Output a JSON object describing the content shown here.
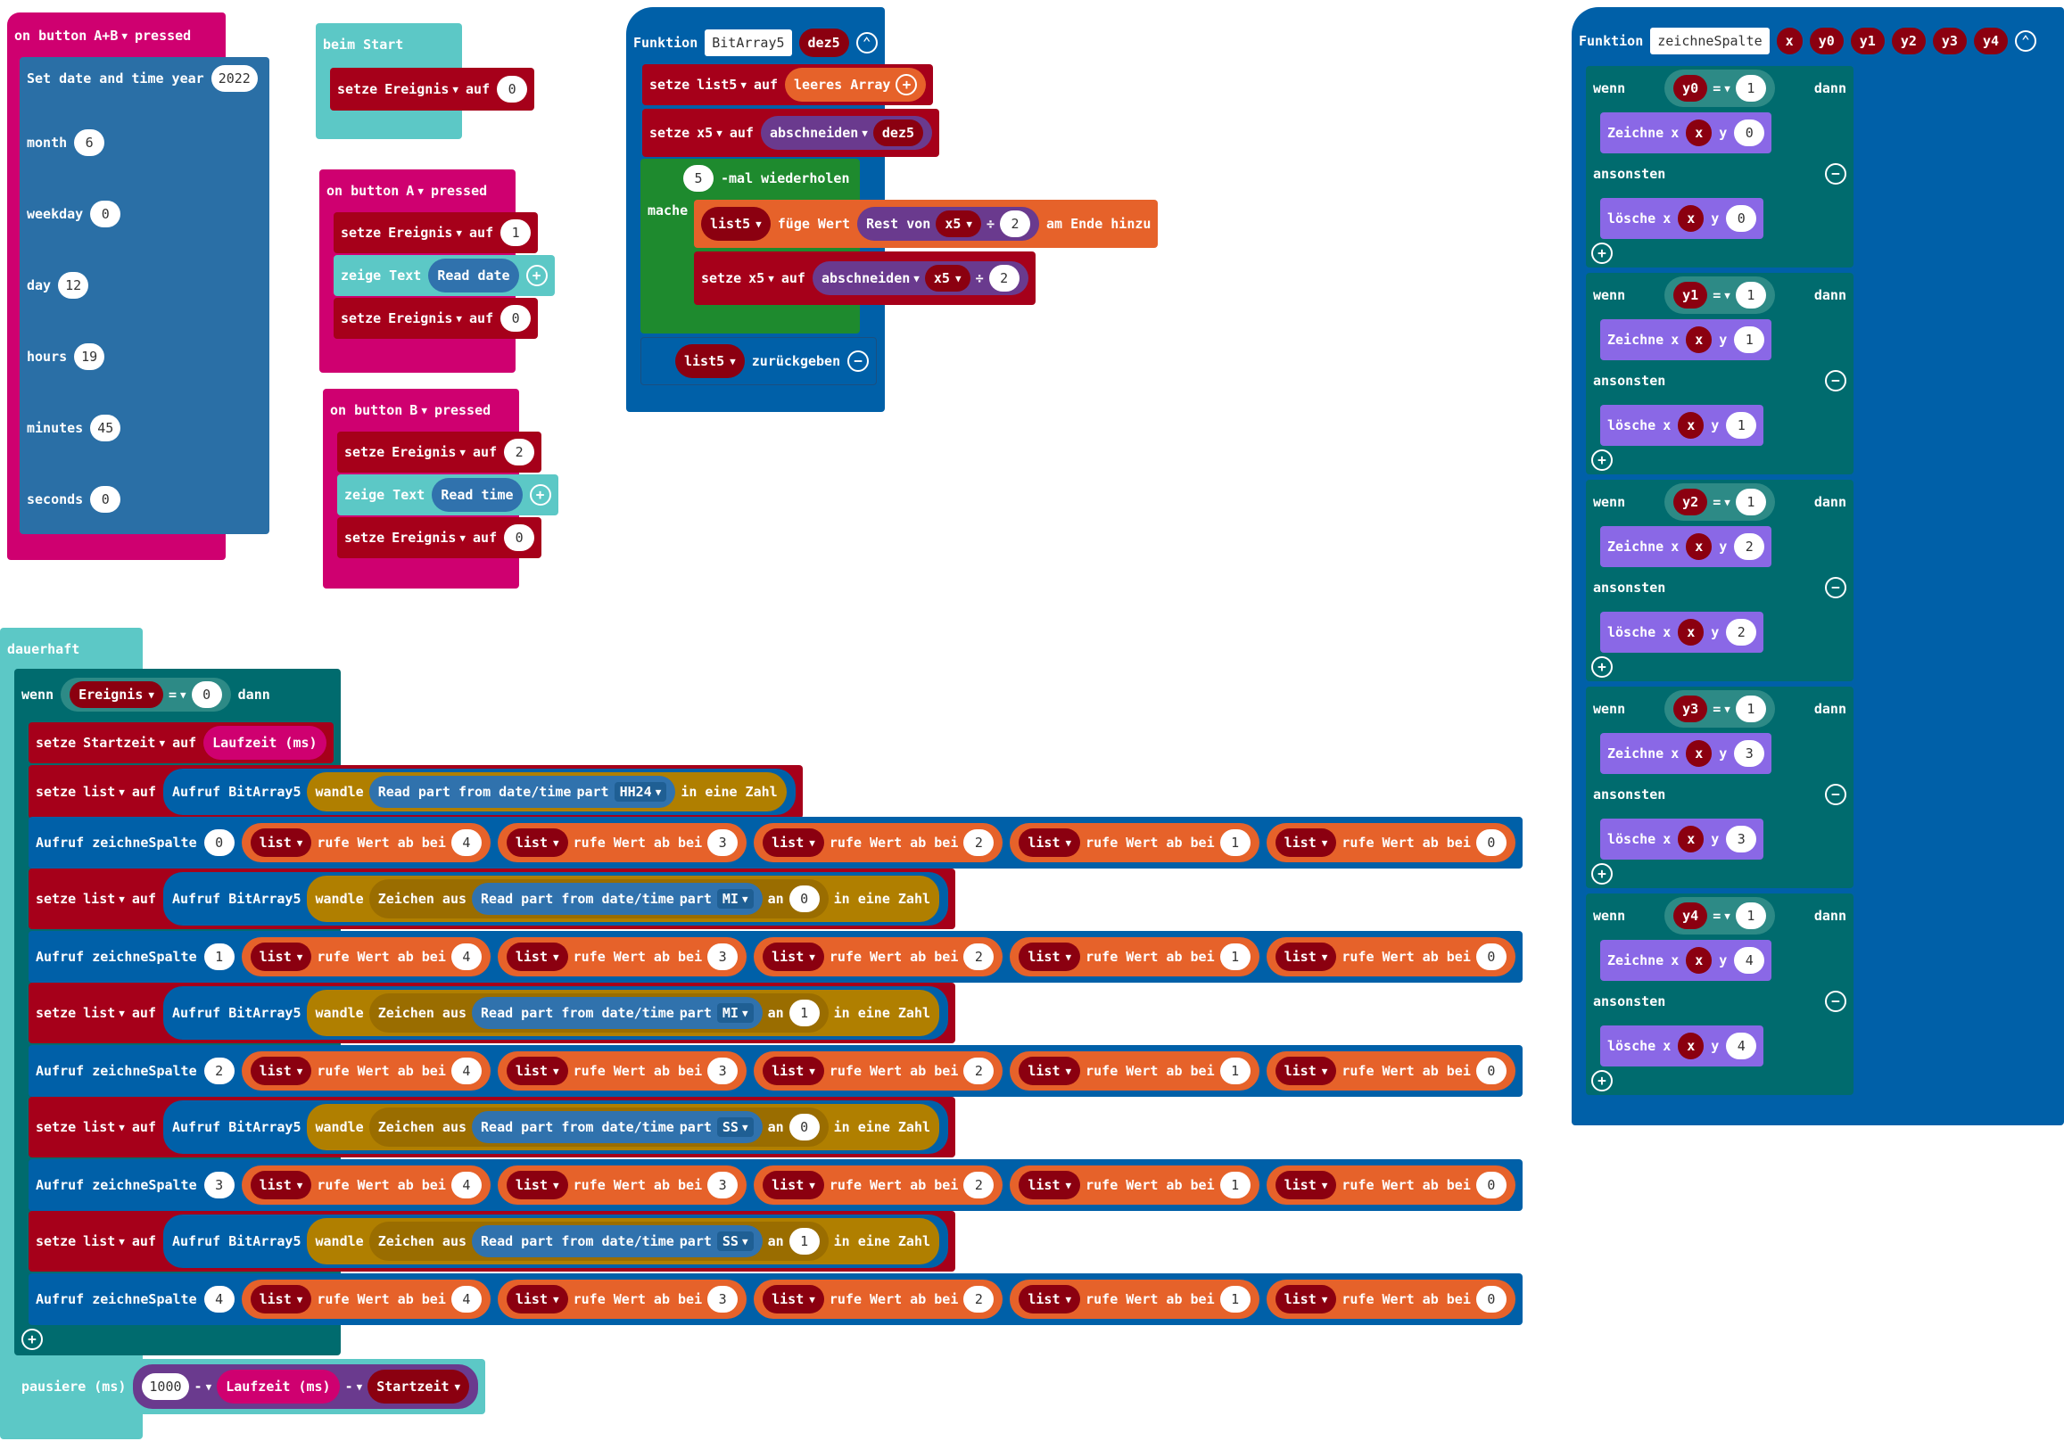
{
  "labels": {
    "setze": "setze",
    "auf": "auf",
    "wenn": "wenn",
    "dann": "dann",
    "ansonsten": "ansonsten",
    "zeige_text": "zeige Text",
    "funktion": "Funktion",
    "pressed": "pressed",
    "on_button": "on button",
    "mal_wiederholen": "-mal wiederholen",
    "mache": "mache",
    "fuege_wert": "füge Wert",
    "rest_von": "Rest von",
    "am_ende": "am Ende hinzu",
    "zurueckgeben": "zurückgeben",
    "abschneiden": "abschneiden",
    "leeres_array": "leeres Array",
    "aufruf_bitarray": "Aufruf BitArray5",
    "aufruf_zeichne": "Aufruf zeichneSpalte",
    "wandle": "wandle",
    "in_eine_zahl": "in eine Zahl",
    "zeichen_aus": "Zeichen aus",
    "an": "an",
    "read_part": "Read part from date/time",
    "part": "part",
    "rufe_wert": "rufe Wert ab bei",
    "zeichne": "Zeichne",
    "loesche": "lösche",
    "x": "x",
    "y": "y",
    "eq": "=",
    "div": "÷",
    "minus": "-",
    "pausiere": "pausiere (ms)",
    "laufzeit": "Laufzeit (ms)"
  },
  "vars": {
    "ereignis": "Ereignis",
    "startzeit": "Startzeit",
    "list": "list",
    "list5": "list5",
    "x5": "x5",
    "dez5": "dez5"
  },
  "ab_block": {
    "button": "A+B",
    "date_title": "Set date and time year",
    "year": "2022",
    "fields": [
      {
        "label": "month",
        "value": "6"
      },
      {
        "label": "weekday",
        "value": "0"
      },
      {
        "label": "day",
        "value": "12"
      },
      {
        "label": "hours",
        "value": "19"
      },
      {
        "label": "minutes",
        "value": "45"
      },
      {
        "label": "seconds",
        "value": "0"
      }
    ]
  },
  "start_block": {
    "title": "beim Start",
    "value": "0"
  },
  "a_block": {
    "button": "A",
    "set1": "1",
    "text": "Read date",
    "set2": "0"
  },
  "b_block": {
    "button": "B",
    "set1": "2",
    "text": "Read time",
    "set2": "0"
  },
  "bitarray_fn": {
    "name": "BitArray5",
    "param": "dez5",
    "repeat": "5",
    "mod": "2",
    "divisor": "2"
  },
  "zeichne_fn": {
    "name": "zeichneSpalte",
    "params": [
      "x",
      "y0",
      "y1",
      "y2",
      "y3",
      "y4"
    ],
    "rows": [
      {
        "var": "y0",
        "cmp": "1",
        "y": "0"
      },
      {
        "var": "y1",
        "cmp": "1",
        "y": "1"
      },
      {
        "var": "y2",
        "cmp": "1",
        "y": "2"
      },
      {
        "var": "y3",
        "cmp": "1",
        "y": "3"
      },
      {
        "var": "y4",
        "cmp": "1",
        "y": "4"
      }
    ]
  },
  "forever": {
    "title": "dauerhaft",
    "cond_value": "0",
    "part_hh": "HH24",
    "part_mi": "MI",
    "part_ss": "SS",
    "calls": [
      {
        "col": "0",
        "indices": [
          "4",
          "3",
          "2",
          "1",
          "0"
        ]
      },
      {
        "col": "1",
        "indices": [
          "4",
          "3",
          "2",
          "1",
          "0"
        ]
      },
      {
        "col": "2",
        "indices": [
          "4",
          "3",
          "2",
          "1",
          "0"
        ]
      },
      {
        "col": "3",
        "indices": [
          "4",
          "3",
          "2",
          "1",
          "0"
        ]
      },
      {
        "col": "4",
        "indices": [
          "4",
          "3",
          "2",
          "1",
          "0"
        ]
      }
    ],
    "sets": [
      {
        "part": "MI",
        "an": "0"
      },
      {
        "part": "MI",
        "an": "1"
      },
      {
        "part": "SS",
        "an": "0"
      },
      {
        "part": "SS",
        "an": "1"
      }
    ],
    "pause": "1000"
  }
}
